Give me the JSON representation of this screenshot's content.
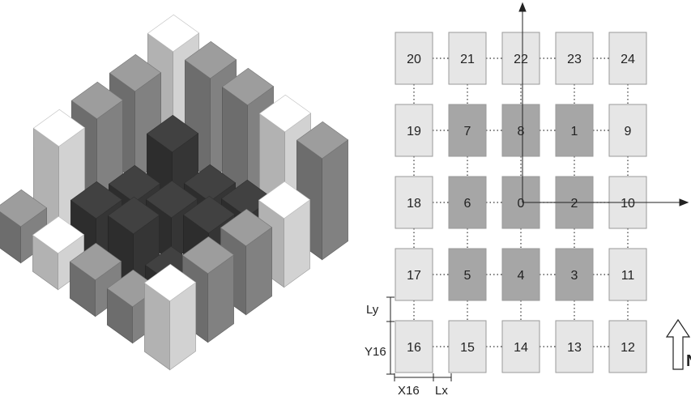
{
  "perspective_view": {
    "description_colors": {
      "dark": "#3a3a3a",
      "medium": "#8c8c8c",
      "light": "#e4e4e4"
    }
  },
  "plan_view": {
    "cells": [
      {
        "label": "20",
        "shade": "light"
      },
      {
        "label": "21",
        "shade": "light"
      },
      {
        "label": "22",
        "shade": "light"
      },
      {
        "label": "23",
        "shade": "light"
      },
      {
        "label": "24",
        "shade": "light"
      },
      {
        "label": "19",
        "shade": "light"
      },
      {
        "label": "7",
        "shade": "dark"
      },
      {
        "label": "8",
        "shade": "dark"
      },
      {
        "label": "1",
        "shade": "dark"
      },
      {
        "label": "9",
        "shade": "light"
      },
      {
        "label": "18",
        "shade": "light"
      },
      {
        "label": "6",
        "shade": "dark"
      },
      {
        "label": "0",
        "shade": "dark"
      },
      {
        "label": "2",
        "shade": "dark"
      },
      {
        "label": "10",
        "shade": "light"
      },
      {
        "label": "17",
        "shade": "light"
      },
      {
        "label": "5",
        "shade": "dark"
      },
      {
        "label": "4",
        "shade": "dark"
      },
      {
        "label": "3",
        "shade": "dark"
      },
      {
        "label": "11",
        "shade": "light"
      },
      {
        "label": "16",
        "shade": "light"
      },
      {
        "label": "15",
        "shade": "light"
      },
      {
        "label": "14",
        "shade": "light"
      },
      {
        "label": "13",
        "shade": "light"
      },
      {
        "label": "12",
        "shade": "light"
      }
    ],
    "colors": {
      "light_fill": "#e6e6e6",
      "dark_fill": "#a6a6a6",
      "cell_stroke": "#9a9a9a"
    },
    "dimension_labels": {
      "ly": "Ly",
      "y16": "Y16",
      "x16": "X16",
      "lx": "Lx"
    },
    "north_label": "N"
  }
}
